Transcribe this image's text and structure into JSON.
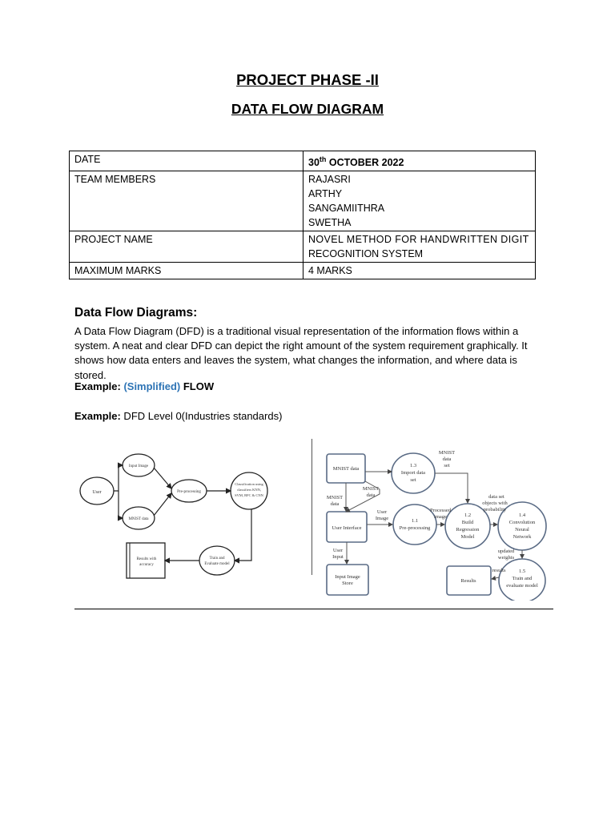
{
  "header": {
    "title": "PROJECT PHASE -II",
    "subtitle": "DATA FLOW DIAGRAM"
  },
  "info_table": {
    "date_label": "DATE",
    "date_day": "30",
    "date_suffix": "th",
    "date_rest": " OCTOBER 2022",
    "team_label": "TEAM MEMBERS",
    "team_members": [
      "RAJASRI",
      "ARTHY",
      "SANGAMIITHRA",
      "SWETHA"
    ],
    "project_label": "PROJECT NAME",
    "project_name_lines": [
      "NOVEL METHOD FOR HANDWRITTEN DIGIT",
      "RECOGNITION SYSTEM"
    ],
    "marks_label": "MAXIMUM MARKS",
    "marks_value": "4 MARKS"
  },
  "section": {
    "heading": "Data Flow Diagrams:",
    "paragraph": "A Data Flow Diagram (DFD) is a traditional visual representation of the information flows within a system. A neat and clear DFD can depict the right amount of the system requirement graphically. It shows how data enters and leaves the system, what changes the information, and where data is stored.",
    "example1_label": "Example:",
    "example1_highlight": "(Simplified)",
    "example1_rest": " FLOW",
    "example2_label": "Example:",
    "example2_rest": " DFD Level 0(Industries standards)"
  },
  "diagram_left": {
    "user": "User",
    "input_image": "Input Image",
    "mnist_data": "MNIST data",
    "preprocessing": "Pre-processing",
    "classification_lines": [
      "Classification using",
      "classifiers KNN,",
      "SVM, RFC & CNN"
    ],
    "train_lines": [
      "Train and",
      "Evaluate model"
    ],
    "results_lines": [
      "Results with",
      "accuracy"
    ]
  },
  "diagram_right": {
    "mnist_data_box": "MNIST data",
    "import_lines": [
      "1.3",
      "Import data",
      "set"
    ],
    "mnist_label_top": [
      "MNIST",
      "data",
      "set"
    ],
    "mnist_label_mid": [
      "MNIST",
      "data"
    ],
    "mnist_label_left": [
      "MNIST",
      "data"
    ],
    "user_interface": "User Interface",
    "user_image_label": [
      "User",
      "Image"
    ],
    "preprocessing_lines": [
      "1.1",
      "Pre-processing"
    ],
    "processed_label": [
      "Processed",
      "image"
    ],
    "build_lines": [
      "1.2",
      "Build",
      "Regression",
      "Model"
    ],
    "dataset_label": [
      "data set",
      "objects with",
      "probability"
    ],
    "cnn_lines": [
      "1.4",
      "Convolution",
      "Neural",
      "Network"
    ],
    "user_input_label": [
      "User",
      "Input"
    ],
    "updated_label": [
      "updated",
      "weights"
    ],
    "input_store_lines": [
      "Input Image",
      "Store"
    ],
    "results_label": "results",
    "results_box": "Results",
    "train_lines": [
      "1.5",
      "Train and",
      "evaluate model"
    ]
  }
}
